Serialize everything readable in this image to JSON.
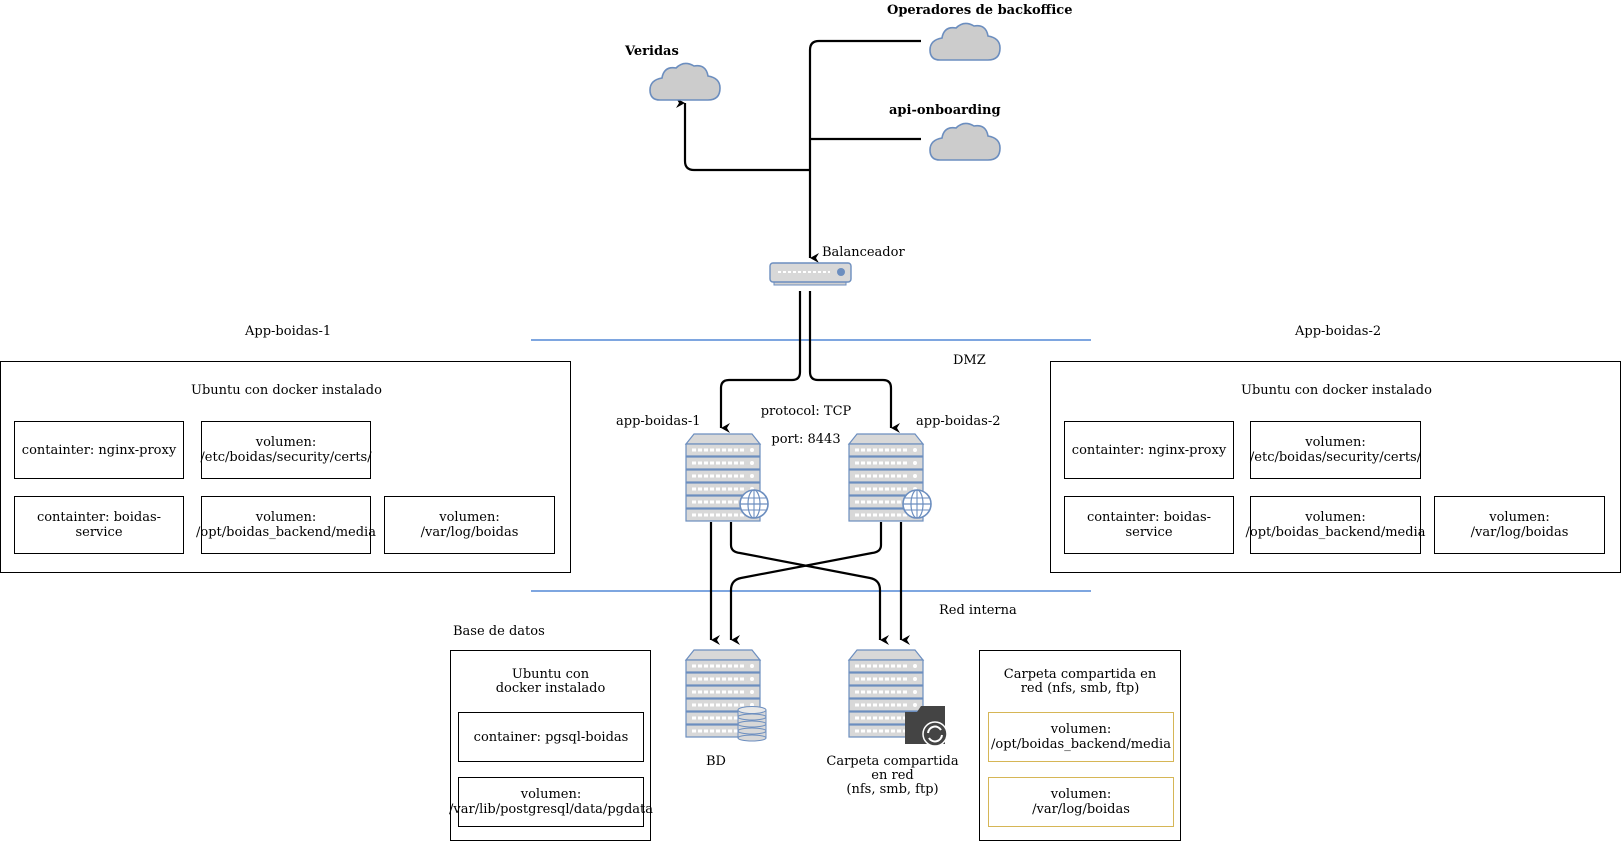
{
  "clouds": {
    "veridas": "Veridas",
    "backoffice": "Operadores de  backoffice",
    "api": "api-onboarding"
  },
  "balancer": {
    "label": "Balanceador"
  },
  "zones": {
    "dmz": "DMZ",
    "internal": "Red interna"
  },
  "protocol": {
    "line1": "protocol: TCP",
    "line2": "port: 8443"
  },
  "servers": {
    "app1": "app-boidas-1",
    "app2": "app-boidas-2",
    "bd": "BD",
    "share": "Carpeta compartida\nen red\n(nfs, smb, ftp)"
  },
  "host1": {
    "title": "App-boidas-1",
    "subtitle": "Ubuntu con docker instalado",
    "nginx": "containter: nginx-proxy",
    "certs": "volumen:\n/etc/boidas/security/certs/",
    "service": "containter: boidas-service",
    "media": "volumen:\n/opt/boidas_backend/media",
    "log": "volumen:\n/var/log/boidas"
  },
  "host2": {
    "title": "App-boidas-2",
    "subtitle": "Ubuntu con docker instalado",
    "nginx": "containter: nginx-proxy",
    "certs": "volumen:\n/etc/boidas/security/certs/",
    "service": "containter: boidas-service",
    "media": "volumen:\n/opt/boidas_backend/media",
    "log": "volumen:\n/var/log/boidas"
  },
  "db": {
    "title": "Base de datos",
    "subtitle": "Ubuntu con\ndocker instalado",
    "container": "container: pgsql-boidas",
    "volume": "volumen:\n/var/lib/postgresql/data/pgdata"
  },
  "share": {
    "subtitle": "Carpeta compartida en\nred (nfs, smb, ftp)",
    "media": "volumen:\n/opt/boidas_backend/media",
    "log": "volumen:\n/var/log/boidas"
  },
  "colors": {
    "zone_line": "#7ea6e0",
    "cloud_fill": "#cccccc",
    "cloud_stroke": "#6c8ebf",
    "gold": "#d6b656",
    "server_stroke": "#6c8ebf"
  }
}
